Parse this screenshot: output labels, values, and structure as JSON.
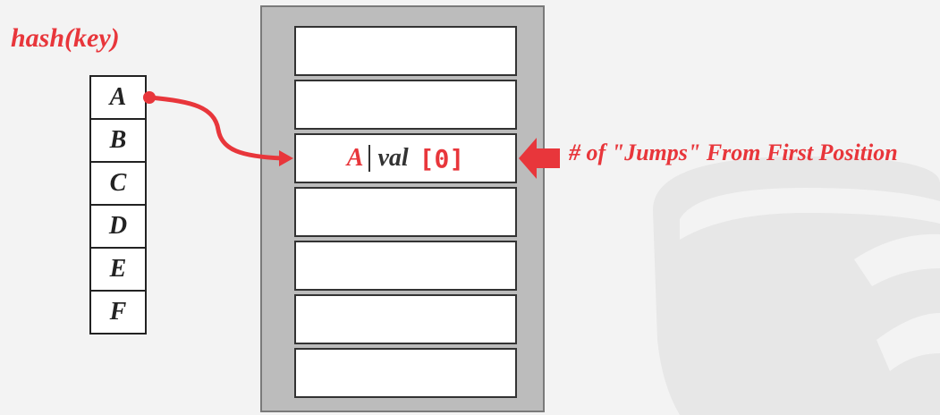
{
  "hash_label": "hash(key)",
  "keys": [
    "A",
    "B",
    "C",
    "D",
    "E",
    "F"
  ],
  "entry": {
    "key": "A",
    "value": "val",
    "jumps": "[0]"
  },
  "jumps_label": "# of \"Jumps\" From First Position",
  "colors": {
    "accent": "#e8363b",
    "table_bg": "#bcbcbc",
    "slot_bg": "#ffffff",
    "logo": "#e7e7e7"
  },
  "icons": [
    "hash-arrow-icon",
    "jumps-pointer-arrow-icon",
    "database-logo-icon"
  ]
}
